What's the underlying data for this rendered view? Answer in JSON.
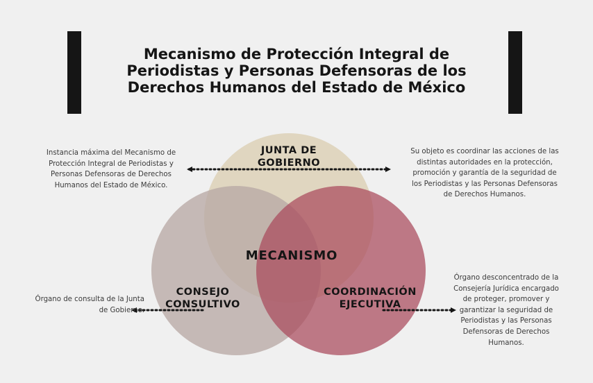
{
  "title": {
    "line1": "Mecanismo de Protección Integral de",
    "line2": "Periodistas y Personas Defensoras de los",
    "line3": "Derechos Humanos del Estado de México"
  },
  "circles": {
    "junta": {
      "line1": "JUNTA DE",
      "line2": "GOBIERNO",
      "color": "#dccfb4"
    },
    "consejo": {
      "line1": "CONSEJO",
      "line2": "CONSULTIVO",
      "color": "#b9a9a5"
    },
    "coordinacion": {
      "line1": "COORDINACIÓN",
      "line2": "EJECUTIVA",
      "color": "#a94a5c"
    },
    "center": "MECANISMO"
  },
  "descriptions": {
    "junta": "Instancia máxima del Mecanismo de Protección Integral de Periodistas y Personas Defensoras de Derechos Humanos del Estado de México.",
    "objetivo": "Su objeto es coordinar las acciones de las distintas autoridades en la protección, promoción y garantía de la seguridad de los Periodistas y las Personas Defensoras de Derechos Humanos.",
    "consejo": "Órgano de consulta de la Junta de Gobierno.",
    "coordinacion": "Órgano desconcentrado de la Consejería Jurídica encargado de proteger, promover y garantizar la seguridad de Periodistas y las Personas Defensoras de Derechos Humanos."
  },
  "colors": {
    "bars": "#151515",
    "arrows": "#151515",
    "background": "#f0f0f0"
  }
}
